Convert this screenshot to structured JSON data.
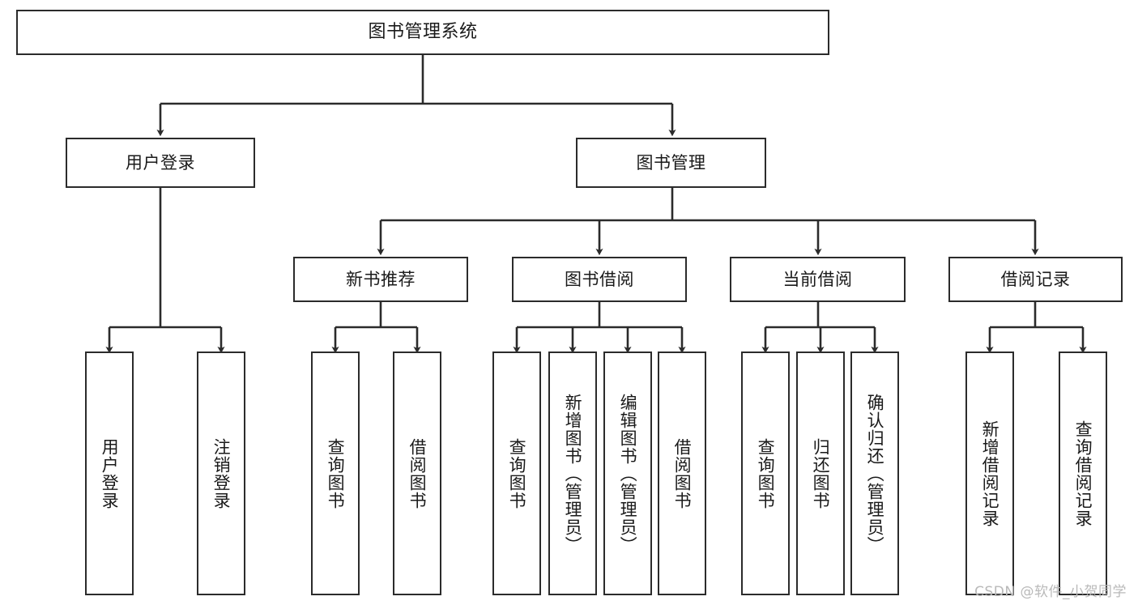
{
  "diagram": {
    "title": "图书管理系统",
    "type": "tree-hierarchy-chart",
    "watermark": "CSDN @软件_小贺同学",
    "colors": {
      "box_border": "#2b2b2b",
      "box_fill": "#ffffff",
      "connector": "#2b2b2b",
      "text": "#1a1a1a",
      "watermark": "#b9b9b9"
    },
    "nodes": {
      "root": {
        "label": "图书管理系统"
      },
      "tier2": [
        {
          "id": "user-login",
          "label": "用户登录"
        },
        {
          "id": "book-management",
          "label": "图书管理"
        }
      ],
      "tier3": [
        {
          "id": "new-book-recommend",
          "label": "新书推荐"
        },
        {
          "id": "book-borrow",
          "label": "图书借阅"
        },
        {
          "id": "current-borrow",
          "label": "当前借阅"
        },
        {
          "id": "borrow-record",
          "label": "借阅记录"
        }
      ],
      "leaves": {
        "user_login": [
          {
            "id": "leaf-user-login",
            "label": "用户登录"
          },
          {
            "id": "leaf-logout",
            "label": "注销登录"
          }
        ],
        "new_book_recommend": [
          {
            "id": "leaf-query-book-1",
            "label": "查询图书"
          },
          {
            "id": "leaf-borrow-book-1",
            "label": "借阅图书"
          }
        ],
        "book_borrow": [
          {
            "id": "leaf-query-book-2",
            "label": "查询图书"
          },
          {
            "id": "leaf-add-book-admin",
            "label": "新增图书（管理员）"
          },
          {
            "id": "leaf-edit-book-admin",
            "label": "编辑图书（管理员）"
          },
          {
            "id": "leaf-borrow-book-2",
            "label": "借阅图书"
          }
        ],
        "current_borrow": [
          {
            "id": "leaf-query-book-3",
            "label": "查询图书"
          },
          {
            "id": "leaf-return-book",
            "label": "归还图书"
          },
          {
            "id": "leaf-confirm-return-admin",
            "label": "确认归还（管理员）"
          }
        ],
        "borrow_record": [
          {
            "id": "leaf-add-borrow-record",
            "label": "新增借阅记录"
          },
          {
            "id": "leaf-query-borrow-record",
            "label": "查询借阅记录"
          }
        ]
      }
    }
  }
}
